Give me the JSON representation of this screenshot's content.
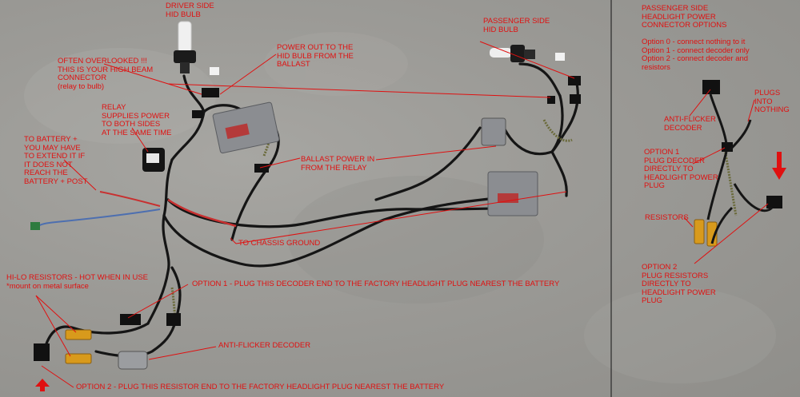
{
  "labels": {
    "driver_side": "DRIVER SIDE\nHID BULB",
    "passenger_side": "PASSENGER SIDE\nHID BULB",
    "power_out": "POWER OUT TO THE\nHID BULB FROM THE\nBALLAST",
    "often_overlooked": "OFTEN OVERLOOKED !!!\nTHIS IS YOUR HIGH BEAM\nCONNECTOR\n(relay to bulb)",
    "relay": "RELAY\nSUPPLIES POWER\nTO BOTH SIDES\nAT THE SAME TIME",
    "to_battery": "TO BATTERY +\nYOU MAY HAVE\nTO EXTEND IT IF\nIT DOES NOT\nREACH THE\nBATTERY + POST",
    "ballast_power": "BALLAST POWER IN\nFROM THE RELAY",
    "chassis_ground": "TO CHASSIS GROUND",
    "hi_lo_resistors": "HI-LO RESISTORS - HOT WHEN IN USE\n*mount on metal surface",
    "option1_main": "OPTION 1 - PLUG THIS DECODER END TO THE FACTORY HEADLIGHT PLUG NEAREST THE BATTERY",
    "anti_flicker_main": "ANTI-FLICKER DECODER",
    "option2_main": "OPTION 2 - PLUG THIS RESISTOR END TO THE FACTORY HEADLIGHT PLUG NEAREST THE BATTERY",
    "passenger_power_options": "PASSENGER SIDE\nHEADLIGHT POWER\nCONNECTOR OPTIONS\n\nOption 0 - connect nothing to it\nOption 1 - connect decoder only\nOption 2 - connect decoder and\nresistors",
    "anti_flicker_side": "ANTI-FLICKER\nDECODER",
    "plugs_into_nothing": "PLUGS\nINTO\nNOTHING",
    "option1_side": "OPTION 1\nPLUG DECODER\nDIRECTLY TO\nHEADLIGHT POWER\nPLUG",
    "resistors": "RESISTORS",
    "option2_side": "OPTION 2\nPLUG RESISTORS\nDIRECTLY TO\nHEADLIGHT POWER\nPLUG"
  },
  "colors": {
    "annotation": "#e01010",
    "floor": "#9c9b97",
    "wire": "#1a1a1a",
    "ballast": "#8a8c90",
    "resistor": "#d99a1a"
  }
}
